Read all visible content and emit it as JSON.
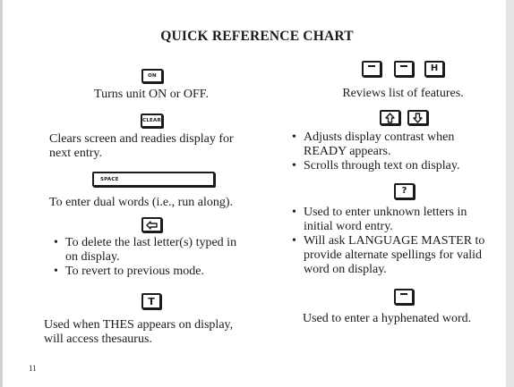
{
  "title": "QUICK REFERENCE CHART",
  "page_number": "11",
  "left": {
    "on": {
      "key": "ON",
      "text": "Turns unit ON or OFF."
    },
    "clear": {
      "key": "CLEAR",
      "text_lines": [
        "Clears screen and readies display for",
        "next entry."
      ]
    },
    "space": {
      "key": "SPACE",
      "text": "To enter dual words (i.e., run along)."
    },
    "back": {
      "key_icon": "back-arrow-icon",
      "bullets": [
        [
          "To delete the last letter(s) typed in",
          "on display."
        ],
        [
          "To revert to previous mode."
        ]
      ]
    },
    "thes": {
      "key": "T",
      "text_lines": [
        "Used when THES appears on display,",
        "will access thesaurus."
      ]
    }
  },
  "right": {
    "features": {
      "keys": [
        "-",
        "-",
        "H"
      ],
      "text": "Reviews list of features."
    },
    "arrows": {
      "key_icons": [
        "up-arrow-icon",
        "down-arrow-icon"
      ],
      "bullets": [
        [
          "Adjusts display contrast when",
          "READY appears."
        ],
        [
          "Scrolls through text on display."
        ]
      ]
    },
    "question": {
      "key": "?",
      "bullets": [
        [
          "Used to enter unknown letters in",
          "initial word entry."
        ],
        [
          "Will ask LANGUAGE MASTER to",
          "provide alternate spellings for valid",
          "word on display."
        ]
      ]
    },
    "hyphen": {
      "key": "-",
      "text": "Used to enter a hyphenated word."
    }
  }
}
